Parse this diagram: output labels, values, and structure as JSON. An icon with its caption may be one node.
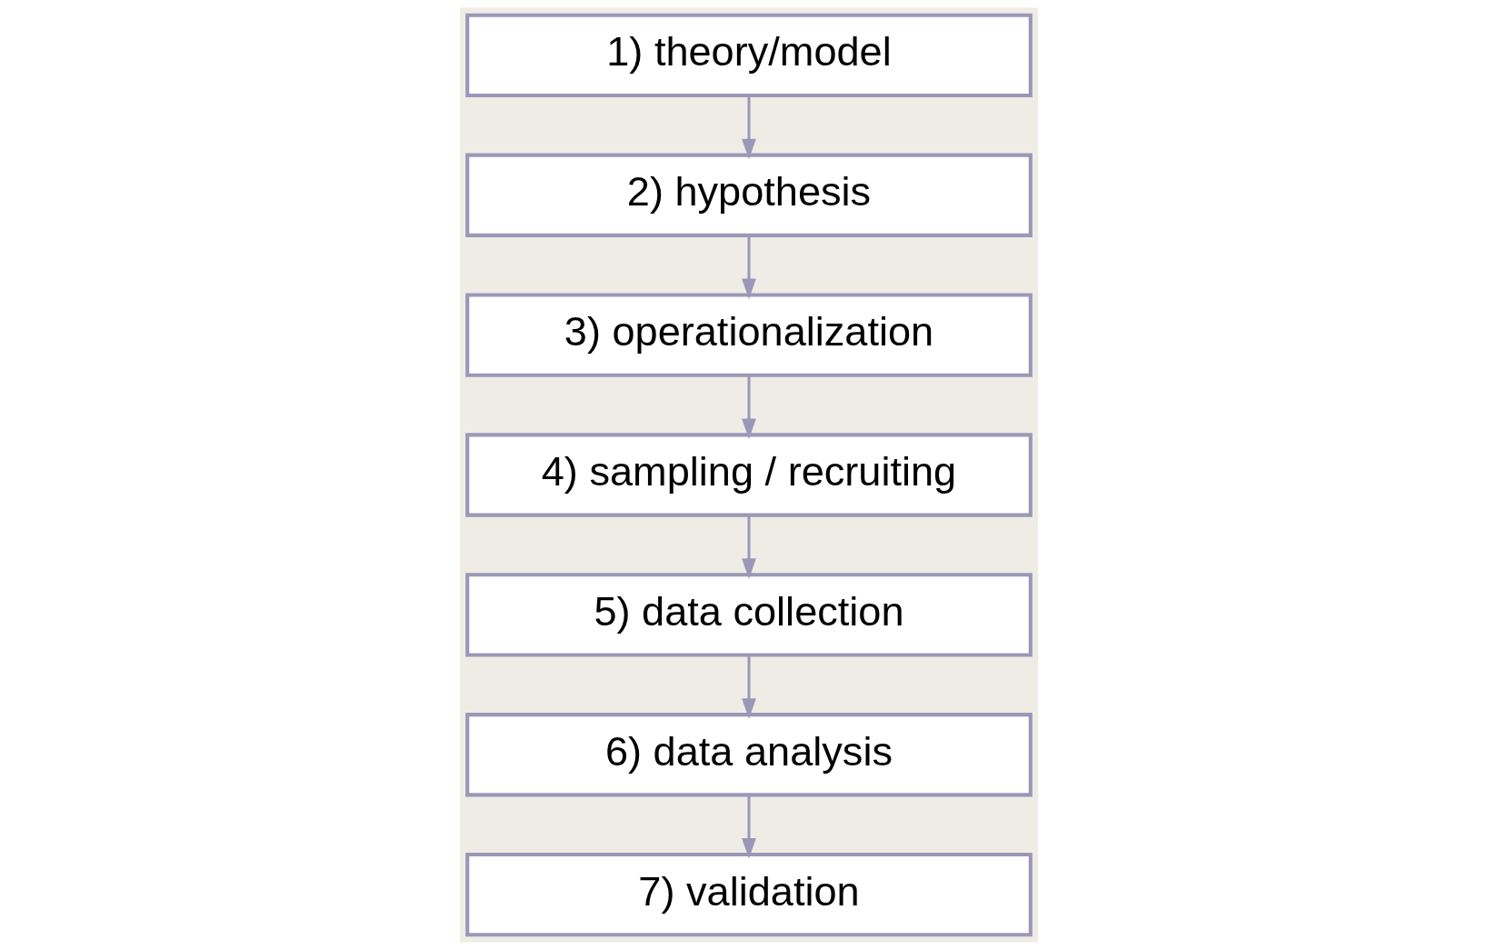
{
  "diagram": {
    "nodes": [
      {
        "text": [
          "1) theory/model"
        ]
      },
      {
        "text": [
          "2) hypothesis"
        ]
      },
      {
        "text": [
          "3) operationalization"
        ]
      },
      {
        "text": [
          "4) sampling / recruiting"
        ]
      },
      {
        "text": [
          "5) data collection"
        ]
      },
      {
        "text": [
          "6) data analysis"
        ]
      },
      {
        "text": [
          "7) validation"
        ]
      }
    ],
    "edges": [
      {
        "from": 0,
        "to": 1,
        "arrow": "to"
      },
      {
        "from": 1,
        "to": 2,
        "arrow": "to"
      },
      {
        "from": 2,
        "to": 3,
        "arrow": "to"
      },
      {
        "from": 3,
        "to": 4,
        "arrow": "to"
      },
      {
        "from": 4,
        "to": 5,
        "arrow": "to"
      },
      {
        "from": 5,
        "to": 6,
        "arrow": "to"
      }
    ]
  }
}
